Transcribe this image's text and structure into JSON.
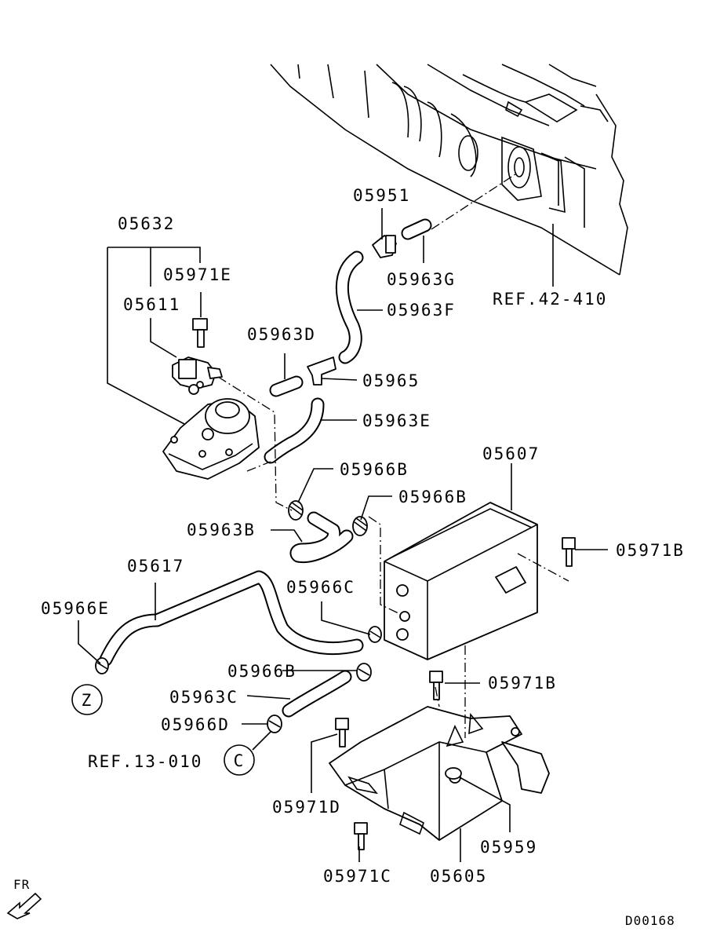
{
  "diagram_code": "D00168",
  "orientation": "FR",
  "labels": {
    "p05632": "05632",
    "p05971E": "05971E",
    "p05611": "05611",
    "p05951": "05951",
    "p05963G": "05963G",
    "p05963F": "05963F",
    "ref42": "REF.42-410",
    "p05963D": "05963D",
    "p05965": "05965",
    "p05963E": "05963E",
    "p05607": "05607",
    "p05966B_a": "05966B",
    "p05966B_b": "05966B",
    "p05963B": "05963B",
    "p05971B_a": "05971B",
    "p05617": "05617",
    "p05966E": "05966E",
    "p05966C": "05966C",
    "p05966B_c": "05966B",
    "p05971B_b": "05971B",
    "p05963C": "05963C",
    "p05966D": "05966D",
    "ref13": "REF.13-010",
    "p05971D": "05971D",
    "p05959": "05959",
    "p05971C": "05971C",
    "p05605": "05605"
  },
  "callouts": {
    "z": "Z",
    "c": "C"
  }
}
